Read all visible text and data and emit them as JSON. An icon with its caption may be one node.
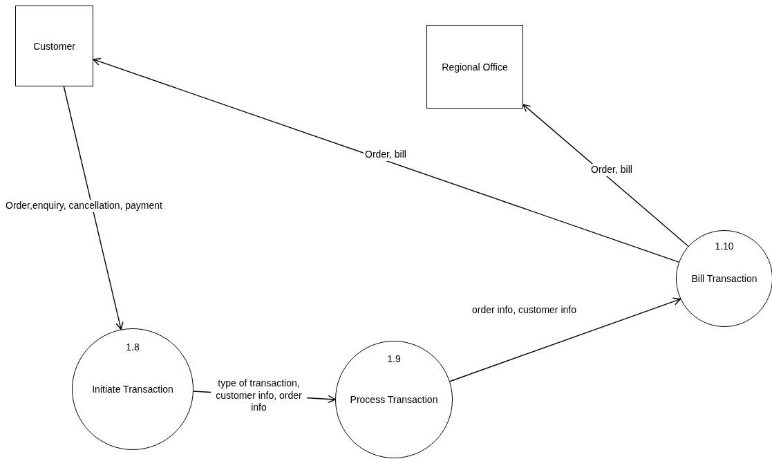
{
  "diagram": {
    "nodes": [
      {
        "text": [
          "Customer"
        ]
      },
      {
        "text": [
          "Regional Office"
        ]
      },
      {
        "text": [
          "1.8",
          "Initiate Transaction"
        ]
      },
      {
        "text": [
          "1.9",
          "Process Transaction"
        ]
      },
      {
        "text": [
          "1.10",
          "Bill Transaction"
        ]
      }
    ],
    "edges": [
      {
        "from": 0,
        "to": 2,
        "arrow": "to",
        "label": "Order,enquiry, cancellation, payment"
      },
      {
        "from": 4,
        "to": 0,
        "arrow": "to",
        "label": "Order, bill"
      },
      {
        "from": 4,
        "to": 1,
        "arrow": "to",
        "label": "Order, bill"
      },
      {
        "from": 2,
        "to": 3,
        "arrow": "to",
        "label": "type of transaction, customer info, order info"
      },
      {
        "from": 3,
        "to": 4,
        "arrow": "to",
        "label": "order info, customer info"
      }
    ]
  }
}
